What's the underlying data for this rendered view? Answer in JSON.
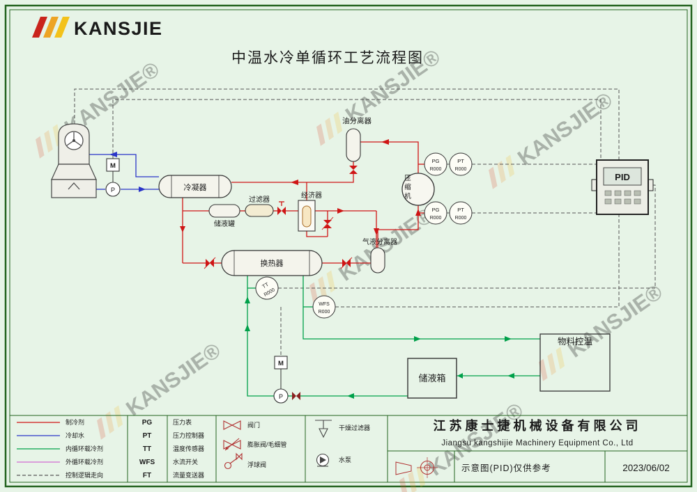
{
  "page": {
    "logo": "KANSJIE",
    "title": "中温水冷单循环工艺流程图",
    "watermark": "KANSJIE®"
  },
  "equipment": {
    "condenser": "冷凝器",
    "oil_separator": "油分离器",
    "compressor": "压缩机",
    "filter": "过滤器",
    "economizer": "经济器",
    "receiver": "储液罐",
    "gas_liquid_separator": "气液分离器",
    "heat_exchanger": "换热器",
    "material_temp_control": "物料控温",
    "liquid_tank": "储液箱",
    "pid_label": "PID",
    "motor_label": "M",
    "pump_label": "P"
  },
  "instruments": {
    "pg": "PG",
    "pt": "PT",
    "tt": "TT",
    "wfs": "WFS",
    "tag": "R000"
  },
  "legend": {
    "lines": [
      {
        "label": "制冷剂",
        "color": "#cf1515"
      },
      {
        "label": "冷却水",
        "color": "#2a35c8"
      },
      {
        "label": "内循环载冷剂",
        "color": "#00a04a"
      },
      {
        "label": "外循环载冷剂",
        "color": "#d36bd3"
      },
      {
        "label": "控制逻辑走向",
        "color": "#555555"
      }
    ],
    "instruments": [
      {
        "abbr": "PG",
        "name": "压力表"
      },
      {
        "abbr": "PT",
        "name": "压力控制器"
      },
      {
        "abbr": "TT",
        "name": "温度传感器"
      },
      {
        "abbr": "WFS",
        "name": "水流开关"
      },
      {
        "abbr": "FT",
        "name": "流量变送器"
      }
    ],
    "valves": [
      {
        "label": "阀门"
      },
      {
        "label": "膨胀阀/毛细管"
      },
      {
        "label": "浮球阀"
      }
    ],
    "devices": [
      {
        "label": "干燥过滤器"
      },
      {
        "label": "水泵"
      }
    ],
    "company_cn": "江苏康士捷机械设备有限公司",
    "company_en": "Jiangsu kangshijie Machinery Equipment Co., Ltd",
    "note": "示意图(PID)仅供参考",
    "date": "2023/06/02"
  },
  "colors": {
    "background": "#e7f4e7",
    "border": "#23631f",
    "company_text": "#e2b616",
    "logo_text": "#1d2470"
  }
}
